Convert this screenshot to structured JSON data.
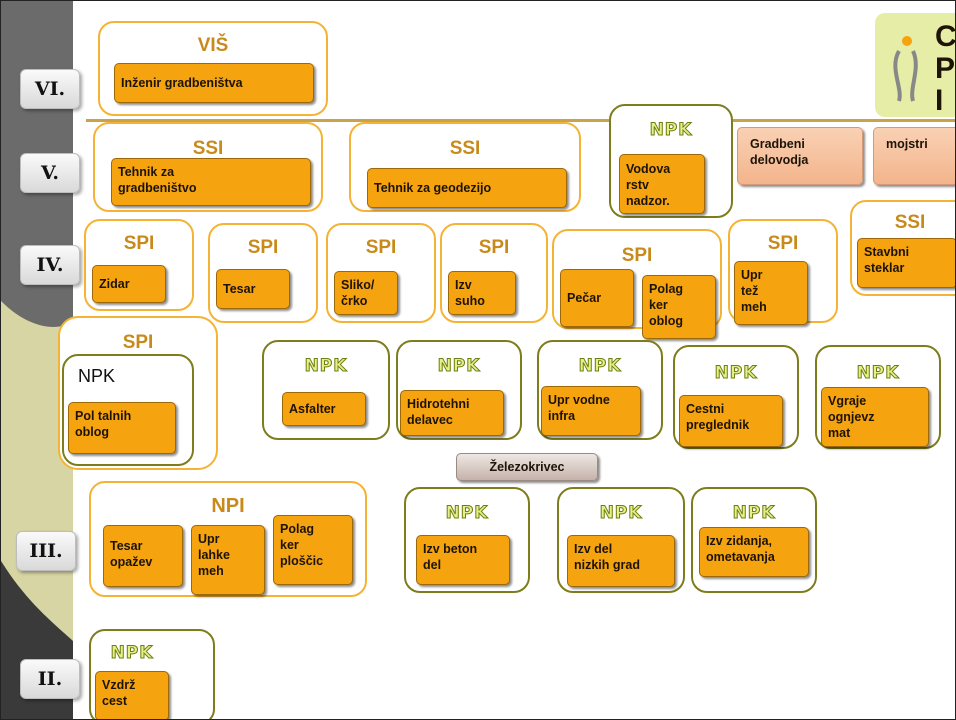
{
  "levels": [
    "VI.",
    "V.",
    "IV.",
    "III.",
    "II."
  ],
  "vis": {
    "tag": "VIŠ",
    "card": "Inženir gradbeništva"
  },
  "ssi1": {
    "tag": "SSI",
    "card": "Tehnik za\ngradbeništvo"
  },
  "ssi2": {
    "tag": "SSI",
    "card": "Tehnik za geodezijo"
  },
  "npk_nadzor": {
    "tag": "NPK",
    "card": "Vodova\nrstv\nnadzor."
  },
  "gradbeni": "Gradbeni\ndelovodja",
  "mojstri": "mojstri",
  "ssi3": {
    "tag": "SSI",
    "card": "Stavbni\nsteklar"
  },
  "spi_row": [
    {
      "tag": "SPI",
      "card": "Zidar"
    },
    {
      "tag": "SPI",
      "card": "Tesar"
    },
    {
      "tag": "SPI",
      "card": "Sliko/\nčrko"
    },
    {
      "tag": "SPI",
      "card": "Izv\nsuho"
    },
    {
      "tag": "SPI",
      "card": "Pečar",
      "card2": "Polag\nker\noblog"
    },
    {
      "tag": "SPI",
      "card": "Upr\ntež\nmeh"
    }
  ],
  "spi_pol": {
    "tag": "SPI",
    "inner_label": "NPK",
    "card": "Pol talnih\noblog"
  },
  "npk_row1": [
    {
      "tag": "NPK",
      "card": "Asfalter"
    },
    {
      "tag": "NPK",
      "card": "Hidrotehni\ndelavec"
    },
    {
      "tag": "NPK",
      "card": "Upr vodne\ninfra"
    },
    {
      "tag": "NPK",
      "card": "Cestni\npreglednik"
    },
    {
      "tag": "NPK",
      "card": "Vgraje\nognjevz\nmat"
    }
  ],
  "zelezokrivec": "Železokrivec",
  "npi": {
    "tag": "NPI",
    "cards": [
      "Tesar\nopažev",
      "Upr\nlahke\nmeh",
      "Polag\nker\nploščic"
    ]
  },
  "npk_row2": [
    {
      "tag": "NPK",
      "card": "Izv beton\ndel"
    },
    {
      "tag": "NPK",
      "card": "Izv del\nnizkih grad"
    },
    {
      "tag": "NPK",
      "card": "Izv zidanja,\nometavanja"
    }
  ],
  "npk_vzdrz": {
    "tag": "NPK",
    "card": "Vzdrž\ncest"
  },
  "logo": {
    "letters": "CPI"
  },
  "colors": {
    "accent_orange": "#f5a30f",
    "border_orange": "#f5b335",
    "border_olive": "#7d7d1e",
    "left_band": "#d7d5a3"
  }
}
